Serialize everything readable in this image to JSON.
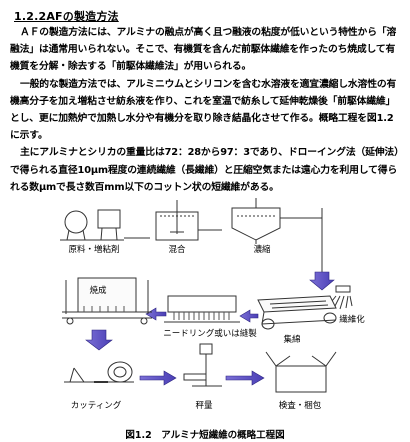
{
  "section": {
    "heading": "1.2.2AFの製造方法"
  },
  "paragraphs": [
    "ＡＦの製造方法には、アルミナの融点が高く且つ融液の粘度が低いという特性から「溶融法」は通常用いられない。そこで、有機質を含んだ前駆体繊維を作ったのち焼成して有機質を分解・除去する「前駆体繊維法」が用いられる。",
    "一般的な製造方法では、アルミニウムとシリコンを含む水溶液を適宜濃縮し水溶性の有機高分子を加え増粘させ紡糸液を作り、これを室温で紡糸して延伸乾燥後「前駆体繊維」とし、更に加熱炉で加熱し水分や有機分を取り除き結晶化させて作る。概略工程を図1.2に示す。",
    "主にアルミナとシリカの重量比は72：28から97：3であり、ドローイング法（延伸法）で得られる直径10μm程度の連続繊維（長繊維）と圧縮空気または遠心力を利用して得られる数μmで長さ数百mm以下のコットン状の短繊維がある。"
  ],
  "diagram": {
    "labels": {
      "raw_materials": "原料・増粘剤",
      "mixing": "混合",
      "concentration": "濃縮",
      "spinning": "繊維化",
      "collecting": "集綿",
      "needling": "ニードリング或いは縫製",
      "firing": "焼成",
      "cutting": "カッティング",
      "weighing": "秤量",
      "inspection": "検査・梱包"
    }
  },
  "caption": "図1.2　アルミナ短繊維の概略工程図"
}
